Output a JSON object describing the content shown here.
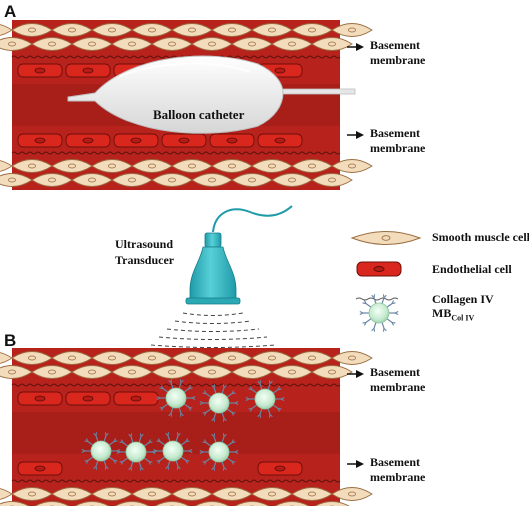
{
  "panels": {
    "a": "A",
    "b": "B"
  },
  "labels": {
    "basement_top_a_1": "Basement",
    "basement_top_a_2": "membrane",
    "basement_bot_a_1": "Basement",
    "basement_bot_a_2": "membrane",
    "basement_top_b_1": "Basement",
    "basement_top_b_2": "membrane",
    "basement_bot_b_1": "Basement",
    "basement_bot_b_2": "membrane",
    "balloon": "Balloon catheter",
    "transducer_1": "Ultrasound",
    "transducer_2": "Transducer"
  },
  "legend": {
    "smooth_muscle": "Smooth muscle cell",
    "endothelial": "Endothelial cell",
    "collagen": "Collagen IV",
    "mb_main": "MB",
    "mb_sub": "Col IV"
  },
  "colors": {
    "vessel_red": "#b7221c",
    "lumen_red": "#a81f1a",
    "smooth_muscle_fill": "#f3dcbc",
    "smooth_muscle_stroke": "#9a6e42",
    "endothelial_fill": "#d9271e",
    "microbubble": "#cfeed8",
    "microbubble_spike": "#6a86a6",
    "transducer": "#3bbcc8",
    "balloon": "#ececec"
  }
}
